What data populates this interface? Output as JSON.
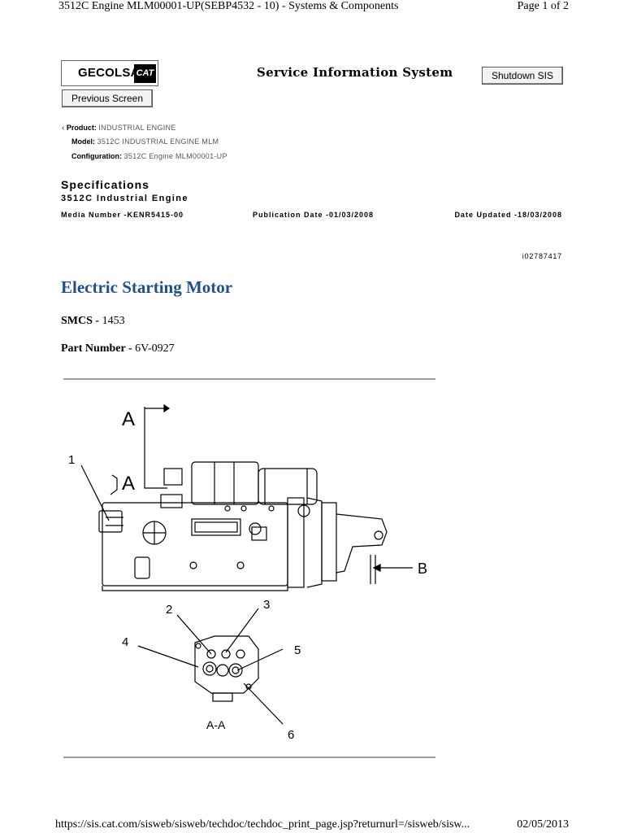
{
  "print_header": {
    "title": "3512C Engine MLM00001-UP(SEBP4532 - 10) - Systems & Components",
    "page": "Page 1 of 2"
  },
  "header": {
    "logo_text": "GECOLSA",
    "logo_mark": "CAT",
    "system_title": "Service Information System",
    "shutdown_label": "Shutdown SIS",
    "previous_label": "Previous Screen"
  },
  "meta": {
    "product_label": "Product:",
    "product_value": "INDUSTRIAL ENGINE",
    "model_label": "Model:",
    "model_value": "3512C INDUSTRIAL ENGINE MLM",
    "config_label": "Configuration:",
    "config_value": "3512C Engine MLM00001-UP",
    "back_icon": "chevron-left-icon"
  },
  "spec": {
    "heading": "Specifications",
    "subheading": "3512C Industrial Engine",
    "media": "Media Number -KENR5415-00",
    "publication": "Publication Date -01/03/2008",
    "updated": "Date Updated -18/03/2008",
    "doc_id": "i02787417"
  },
  "doc": {
    "title": "Electric Starting Motor",
    "smcs_label": "SMCS - ",
    "smcs_value": "1453",
    "part_label": "Part Number - ",
    "part_value": "6V-0927",
    "title_color": "#1f4f8f"
  },
  "diagram": {
    "labels": {
      "a_top": "A",
      "a_mid": "A",
      "b": "B",
      "n1": "1",
      "n2": "2",
      "n3": "3",
      "n4": "4",
      "n5": "5",
      "n6": "6",
      "section": "A-A"
    }
  },
  "footer": {
    "url": "https://sis.cat.com/sisweb/sisweb/techdoc/techdoc_print_page.jsp?returnurl=/sisweb/sisw...",
    "date": "02/05/2013"
  }
}
